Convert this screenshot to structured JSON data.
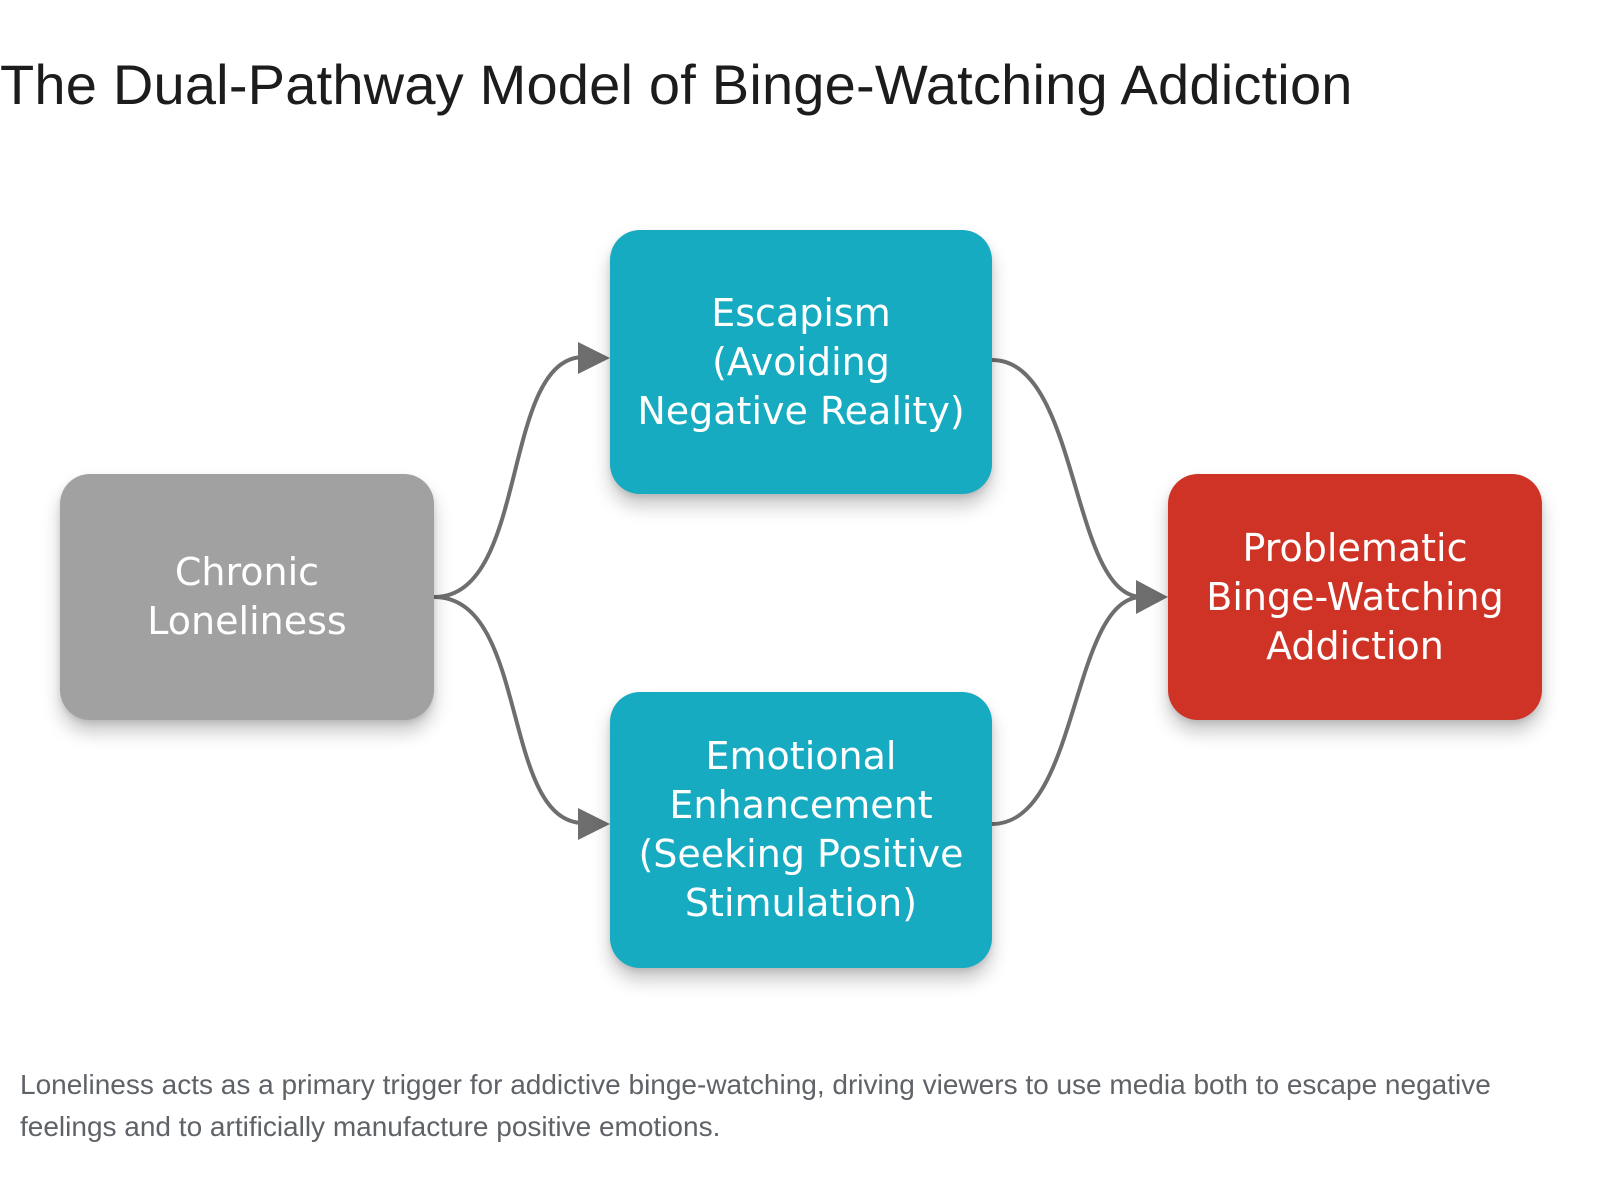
{
  "title": "The Dual-Pathway Model of Binge-Watching Addiction",
  "nodes": {
    "loneliness": "Chronic\nLoneliness",
    "escapism": "Escapism\n(Avoiding\nNegative Reality)",
    "enhancement": "Emotional\nEnhancement\n(Seeking Positive\nStimulation)",
    "addiction": "Problematic\nBinge-Watching\nAddiction"
  },
  "edges": [
    {
      "from": "Chronic Loneliness",
      "to": "Escapism (Avoiding Negative Reality)"
    },
    {
      "from": "Chronic Loneliness",
      "to": "Emotional Enhancement (Seeking Positive Stimulation)"
    },
    {
      "from": "Escapism (Avoiding Negative Reality)",
      "to": "Problematic Binge-Watching Addiction"
    },
    {
      "from": "Emotional Enhancement (Seeking Positive Stimulation)",
      "to": "Problematic Binge-Watching Addiction"
    }
  ],
  "colors": {
    "source_node": "#a1a1a1",
    "pathway_node": "#17abc2",
    "outcome_node": "#cf3326",
    "connector": "#6e6e6e"
  },
  "caption": "Loneliness acts as a primary trigger for addictive binge-watching, driving viewers to use media both to escape negative feelings and to artificially manufacture positive emotions."
}
